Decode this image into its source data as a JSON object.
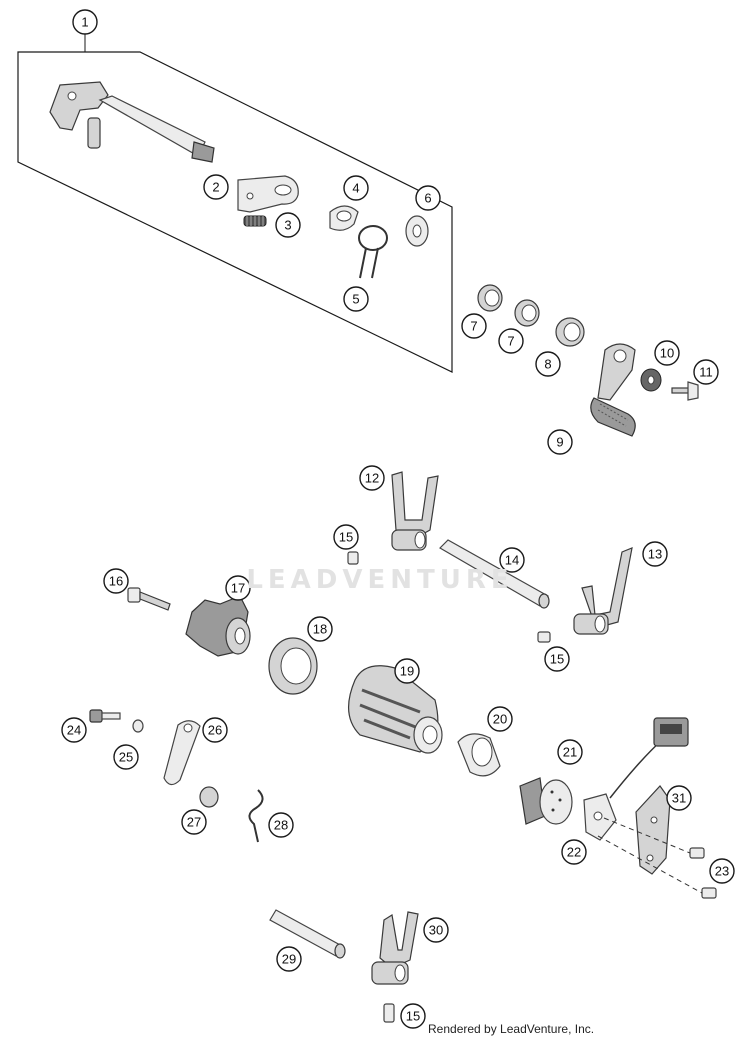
{
  "watermark": "LEADVENTURE",
  "credit": "Rendered by LeadVenture, Inc.",
  "callouts": {
    "c1": "1",
    "c2": "2",
    "c3": "3",
    "c4": "4",
    "c5": "5",
    "c6": "6",
    "c7a": "7",
    "c7b": "7",
    "c8": "8",
    "c9": "9",
    "c10": "10",
    "c11": "11",
    "c12": "12",
    "c13": "13",
    "c14": "14",
    "c15a": "15",
    "c15b": "15",
    "c15c": "15",
    "c16": "16",
    "c17": "17",
    "c18": "18",
    "c19": "19",
    "c20": "20",
    "c21": "21",
    "c22": "22",
    "c23": "23",
    "c24": "24",
    "c25": "25",
    "c26": "26",
    "c27": "27",
    "c28": "28",
    "c29": "29",
    "c30": "30",
    "c31": "31"
  }
}
